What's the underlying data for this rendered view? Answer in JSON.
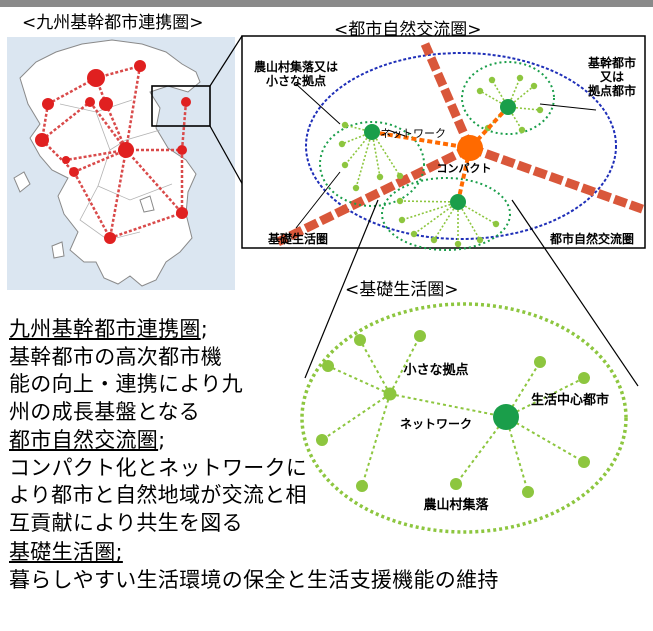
{
  "titles": {
    "kyushu": "<九州基幹都市連携圏>",
    "shizen": "<都市自然交流圏>",
    "kiso": "<基礎生活圏>"
  },
  "upper_labels": {
    "rural_line1": "農山村集落又は",
    "rural_line2": "小さな拠点",
    "core_line1": "基幹都市",
    "core_line2": "又は",
    "core_line3": "拠点都市",
    "network": "ネットワーク",
    "compact": "コンパクト",
    "kiso": "基礎生活圏",
    "shizen": "都市自然交流圏"
  },
  "lower_labels": {
    "small_hub": "小さな拠点",
    "center_city": "生活中心都市",
    "network": "ネットワーク",
    "rural": "農山村集落"
  },
  "descriptions": {
    "kyushu_head": "九州基幹都市連携圏",
    "kyushu_sep": ";",
    "kyushu_body1": "基幹都市の高次都市機",
    "kyushu_body2": "能の向上・連携により九",
    "kyushu_body3": "州の成長基盤となる",
    "shizen_head": "都市自然交流圏",
    "shizen_sep": ";",
    "shizen_body1": "コンパクト化とネットワークに",
    "shizen_body2": "より都市と自然地域が交流と相",
    "shizen_body3": "互貢献により共生を図る",
    "kiso_head": "基礎生活圏;",
    "kiso_body1": "暮らしやすい生活環境の保全と生活支援機能の維持"
  },
  "colors": {
    "city_red": "#e02020",
    "network_red": "#d94a4a",
    "orange": "#ff6a00",
    "corridor": "#d9573a",
    "green_dark": "#1a9e4a",
    "green_light": "#8dc63f",
    "circle_blue": "#1f2fb8",
    "map_sea": "#dbe6f1"
  }
}
